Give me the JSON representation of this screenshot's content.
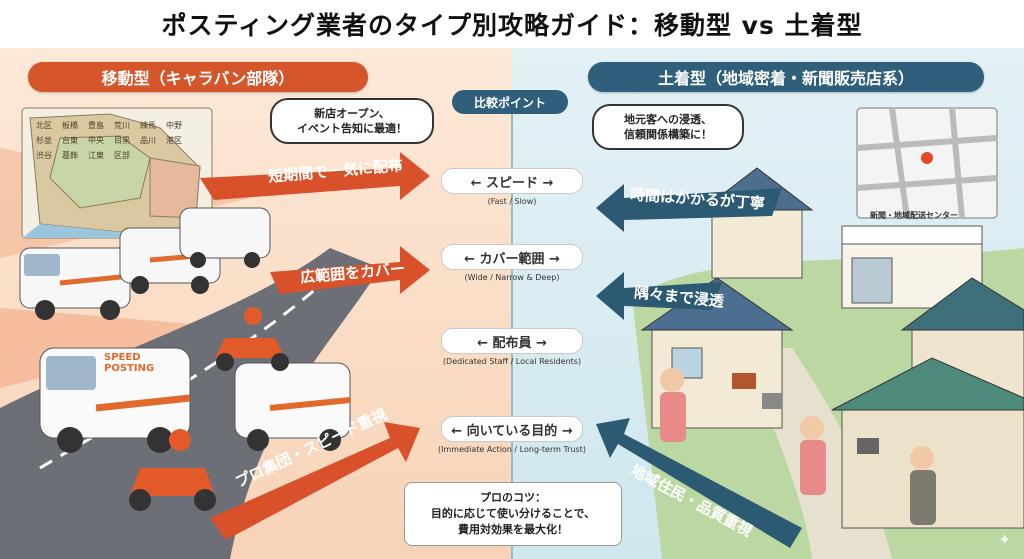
{
  "title": "ポスティング業者のタイプ別攻略ガイド：移動型 vs 土着型",
  "left": {
    "header": "移動型（キャラバン部隊）",
    "bubble_line1": "新店オープン、",
    "bubble_line2": "イベント告知に最適！",
    "arrows": [
      "短期間で一気に配布",
      "広範囲をカバー",
      "プロ集団・スピード重視"
    ],
    "vehicle_label_line1": "SPEED",
    "vehicle_label_line2": "POSTING",
    "map_labels": [
      "北区",
      "板橋",
      "豊島",
      "荒川",
      "練馬",
      "中野",
      "杉並",
      "台東",
      "中央",
      "目黒",
      "品川",
      "港区",
      "渋谷",
      "葛飾",
      "江東",
      "区部"
    ]
  },
  "right": {
    "header": "土着型（地域密着・新聞販売店系）",
    "bubble_line1": "地元客への浸透、",
    "bubble_line2": "信頼関係構築に！",
    "arrows": [
      "時間はかかるが丁寧",
      "隅々まで浸透",
      "地域住民・品質重視"
    ],
    "shop_sign": "新聞・地域配送センター"
  },
  "middle": {
    "label": "比較ポイント",
    "items": [
      {
        "title": "← スピード →",
        "sub": "(Fast / Slow)"
      },
      {
        "title": "← カバー範囲 →",
        "sub": "(Wide / Narrow & Deep)"
      },
      {
        "title": "← 配布員 →",
        "sub": "(Dedicated Staff / Local Residents)"
      },
      {
        "title": "← 向いている目的 →",
        "sub": "(Immediate Action / Long-term Trust)"
      }
    ]
  },
  "tip": {
    "line1": "プロのコツ：",
    "line2": "目的に応じて使い分けることで、",
    "line3": "費用対効果を最大化！"
  },
  "colors": {
    "left_accent": "#d6562b",
    "right_accent": "#2f5f7a"
  }
}
